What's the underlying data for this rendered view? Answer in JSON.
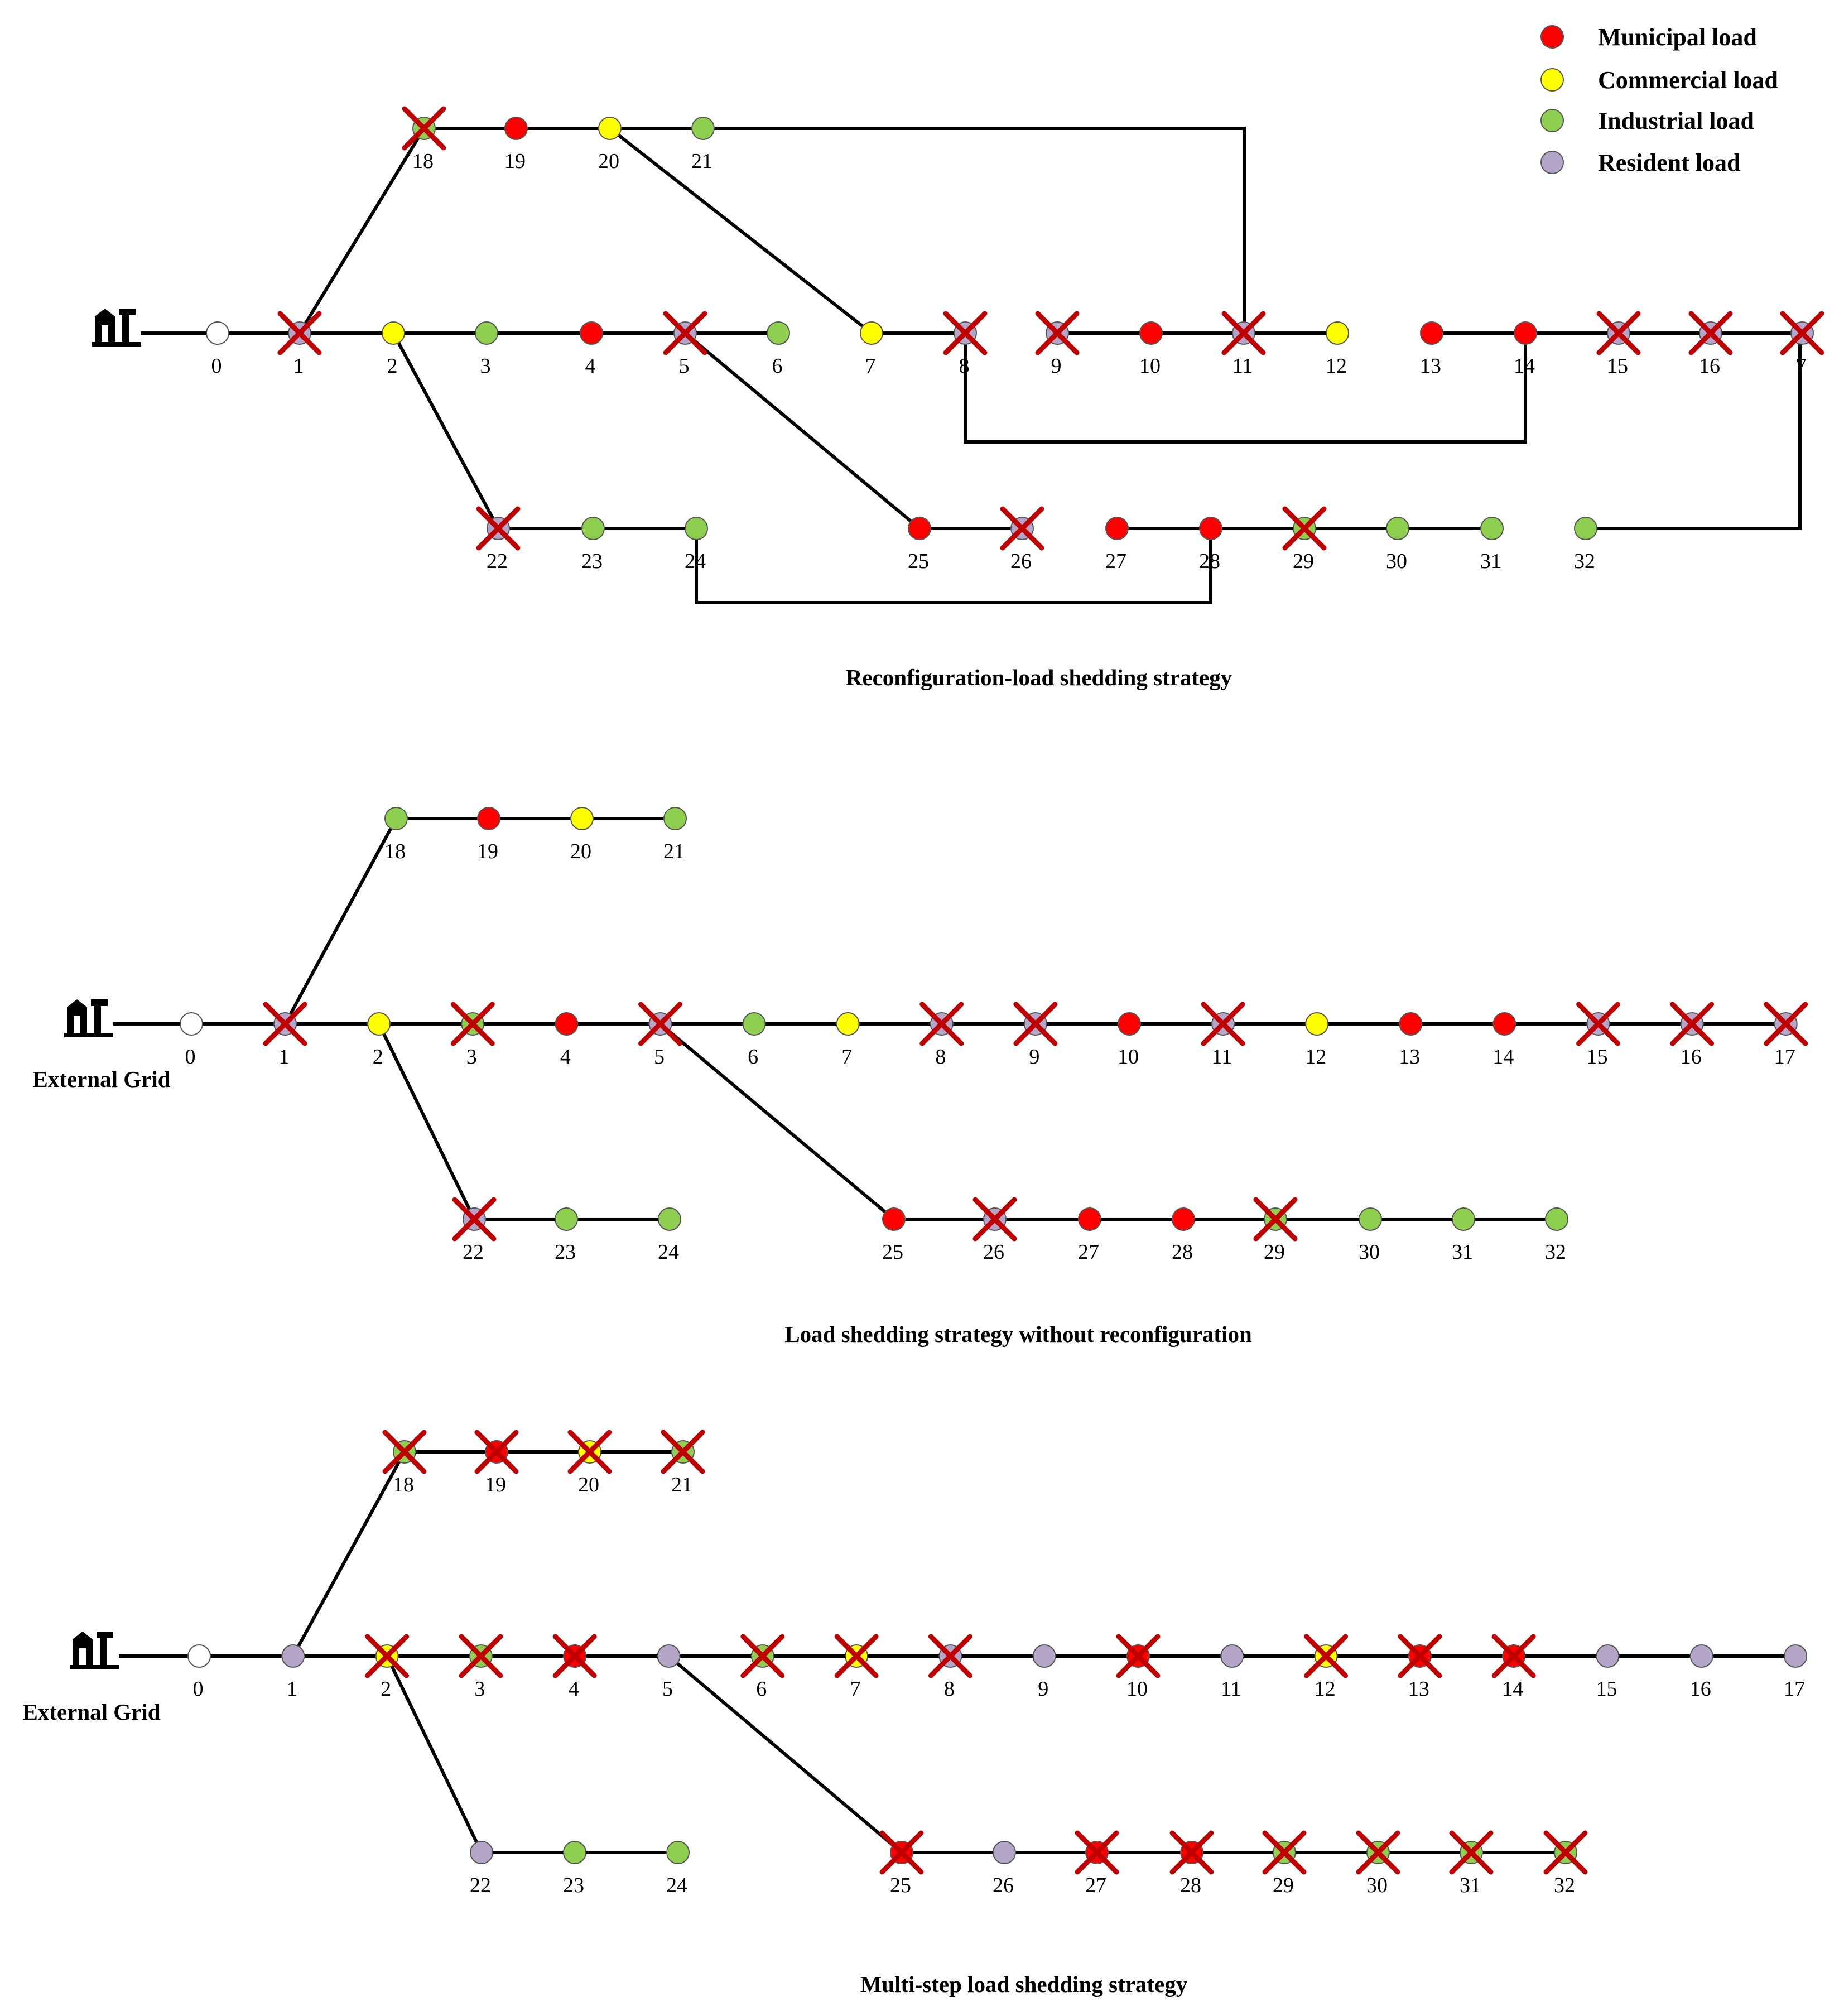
{
  "legend": [
    {
      "key": "M",
      "label": "Municipal load",
      "color": "#ff0000"
    },
    {
      "key": "C",
      "label": "Commercial load",
      "color": "#ffff00"
    },
    {
      "key": "I",
      "label": "Industrial load",
      "color": "#8fcf4f"
    },
    {
      "key": "R",
      "label": "Resident load",
      "color": "#b3a6c9"
    }
  ],
  "source_color": "#ffffff",
  "cross_color": "#c00000",
  "panels": [
    {
      "title": "Reconfiguration-load shedding strategy",
      "grid_label": "",
      "buses": [
        {
          "id": "0",
          "type": "S",
          "shed": false
        },
        {
          "id": "1",
          "type": "R",
          "shed": true
        },
        {
          "id": "2",
          "type": "C",
          "shed": false
        },
        {
          "id": "3",
          "type": "I",
          "shed": false
        },
        {
          "id": "4",
          "type": "M",
          "shed": false
        },
        {
          "id": "5",
          "type": "R",
          "shed": true
        },
        {
          "id": "6",
          "type": "I",
          "shed": false
        },
        {
          "id": "7",
          "type": "C",
          "shed": false
        },
        {
          "id": "8",
          "type": "R",
          "shed": true
        },
        {
          "id": "9",
          "type": "R",
          "shed": true
        },
        {
          "id": "10",
          "type": "M",
          "shed": false
        },
        {
          "id": "11",
          "type": "R",
          "shed": true
        },
        {
          "id": "12",
          "type": "C",
          "shed": false
        },
        {
          "id": "13",
          "type": "M",
          "shed": false
        },
        {
          "id": "14",
          "type": "M",
          "shed": false
        },
        {
          "id": "15",
          "type": "R",
          "shed": true
        },
        {
          "id": "16",
          "type": "R",
          "shed": true
        },
        {
          "id": "17",
          "type": "R",
          "shed": true,
          "label": "7"
        },
        {
          "id": "18",
          "type": "I",
          "shed": true
        },
        {
          "id": "19",
          "type": "M",
          "shed": false
        },
        {
          "id": "20",
          "type": "C",
          "shed": false
        },
        {
          "id": "21",
          "type": "I",
          "shed": false
        },
        {
          "id": "22",
          "type": "R",
          "shed": true
        },
        {
          "id": "23",
          "type": "I",
          "shed": false
        },
        {
          "id": "24",
          "type": "I",
          "shed": false
        },
        {
          "id": "25",
          "type": "M",
          "shed": false
        },
        {
          "id": "26",
          "type": "R",
          "shed": true
        },
        {
          "id": "27",
          "type": "M",
          "shed": false
        },
        {
          "id": "28",
          "type": "M",
          "shed": false
        },
        {
          "id": "29",
          "type": "I",
          "shed": true
        },
        {
          "id": "30",
          "type": "I",
          "shed": false
        },
        {
          "id": "31",
          "type": "I",
          "shed": false
        },
        {
          "id": "32",
          "type": "I",
          "shed": false
        }
      ],
      "lines": [
        [
          "0",
          "1"
        ],
        [
          "1",
          "2"
        ],
        [
          "2",
          "3"
        ],
        [
          "3",
          "4"
        ],
        [
          "4",
          "5"
        ],
        [
          "5",
          "6"
        ],
        [
          "7",
          "8"
        ],
        [
          "9",
          "10"
        ],
        [
          "10",
          "11"
        ],
        [
          "11",
          "12"
        ],
        [
          "13",
          "14"
        ],
        [
          "14",
          "15"
        ],
        [
          "15",
          "16"
        ],
        [
          "16",
          "17"
        ],
        [
          "1",
          "18"
        ],
        [
          "18",
          "19"
        ],
        [
          "19",
          "20"
        ],
        [
          "20",
          "21"
        ],
        [
          "2",
          "22"
        ],
        [
          "22",
          "23"
        ],
        [
          "23",
          "24"
        ],
        [
          "5",
          "25"
        ],
        [
          "25",
          "26"
        ],
        [
          "27",
          "28"
        ],
        [
          "28",
          "29"
        ],
        [
          "29",
          "30"
        ],
        [
          "30",
          "31"
        ],
        [
          "20",
          "7"
        ],
        [
          "21",
          "11"
        ],
        [
          "8",
          "14"
        ],
        [
          "24",
          "28"
        ],
        [
          "32",
          "17"
        ]
      ]
    },
    {
      "title": "Load shedding strategy without  reconfiguration",
      "grid_label": "External Grid",
      "buses": [
        {
          "id": "0",
          "type": "S",
          "shed": false
        },
        {
          "id": "1",
          "type": "R",
          "shed": true
        },
        {
          "id": "2",
          "type": "C",
          "shed": false
        },
        {
          "id": "3",
          "type": "I",
          "shed": true
        },
        {
          "id": "4",
          "type": "M",
          "shed": false
        },
        {
          "id": "5",
          "type": "R",
          "shed": true
        },
        {
          "id": "6",
          "type": "I",
          "shed": false
        },
        {
          "id": "7",
          "type": "C",
          "shed": false
        },
        {
          "id": "8",
          "type": "R",
          "shed": true
        },
        {
          "id": "9",
          "type": "R",
          "shed": true
        },
        {
          "id": "10",
          "type": "M",
          "shed": false
        },
        {
          "id": "11",
          "type": "R",
          "shed": true
        },
        {
          "id": "12",
          "type": "C",
          "shed": false
        },
        {
          "id": "13",
          "type": "M",
          "shed": false
        },
        {
          "id": "14",
          "type": "M",
          "shed": false
        },
        {
          "id": "15",
          "type": "R",
          "shed": true
        },
        {
          "id": "16",
          "type": "R",
          "shed": true
        },
        {
          "id": "17",
          "type": "R",
          "shed": true
        },
        {
          "id": "18",
          "type": "I",
          "shed": false
        },
        {
          "id": "19",
          "type": "M",
          "shed": false
        },
        {
          "id": "20",
          "type": "C",
          "shed": false
        },
        {
          "id": "21",
          "type": "I",
          "shed": false
        },
        {
          "id": "22",
          "type": "R",
          "shed": true
        },
        {
          "id": "23",
          "type": "I",
          "shed": false
        },
        {
          "id": "24",
          "type": "I",
          "shed": false
        },
        {
          "id": "25",
          "type": "M",
          "shed": false
        },
        {
          "id": "26",
          "type": "R",
          "shed": true
        },
        {
          "id": "27",
          "type": "M",
          "shed": false
        },
        {
          "id": "28",
          "type": "M",
          "shed": false
        },
        {
          "id": "29",
          "type": "I",
          "shed": true
        },
        {
          "id": "30",
          "type": "I",
          "shed": false
        },
        {
          "id": "31",
          "type": "I",
          "shed": false
        },
        {
          "id": "32",
          "type": "I",
          "shed": false
        }
      ],
      "lines": [
        [
          "0",
          "1"
        ],
        [
          "1",
          "2"
        ],
        [
          "2",
          "3"
        ],
        [
          "3",
          "4"
        ],
        [
          "4",
          "5"
        ],
        [
          "5",
          "6"
        ],
        [
          "6",
          "7"
        ],
        [
          "7",
          "8"
        ],
        [
          "8",
          "9"
        ],
        [
          "9",
          "10"
        ],
        [
          "10",
          "11"
        ],
        [
          "11",
          "12"
        ],
        [
          "12",
          "13"
        ],
        [
          "13",
          "14"
        ],
        [
          "14",
          "15"
        ],
        [
          "15",
          "16"
        ],
        [
          "16",
          "17"
        ],
        [
          "1",
          "18"
        ],
        [
          "18",
          "19"
        ],
        [
          "19",
          "20"
        ],
        [
          "20",
          "21"
        ],
        [
          "2",
          "22"
        ],
        [
          "22",
          "23"
        ],
        [
          "23",
          "24"
        ],
        [
          "5",
          "25"
        ],
        [
          "25",
          "26"
        ],
        [
          "26",
          "27"
        ],
        [
          "27",
          "28"
        ],
        [
          "28",
          "29"
        ],
        [
          "29",
          "30"
        ],
        [
          "30",
          "31"
        ],
        [
          "31",
          "32"
        ]
      ]
    },
    {
      "title": "Multi-step load shedding strategy",
      "grid_label": "External Grid",
      "buses": [
        {
          "id": "0",
          "type": "S",
          "shed": false
        },
        {
          "id": "1",
          "type": "R",
          "shed": false
        },
        {
          "id": "2",
          "type": "C",
          "shed": true
        },
        {
          "id": "3",
          "type": "I",
          "shed": true
        },
        {
          "id": "4",
          "type": "M",
          "shed": true
        },
        {
          "id": "5",
          "type": "R",
          "shed": false
        },
        {
          "id": "6",
          "type": "I",
          "shed": true
        },
        {
          "id": "7",
          "type": "C",
          "shed": true
        },
        {
          "id": "8",
          "type": "R",
          "shed": true
        },
        {
          "id": "9",
          "type": "R",
          "shed": false
        },
        {
          "id": "10",
          "type": "M",
          "shed": true
        },
        {
          "id": "11",
          "type": "R",
          "shed": false
        },
        {
          "id": "12",
          "type": "C",
          "shed": true
        },
        {
          "id": "13",
          "type": "M",
          "shed": true
        },
        {
          "id": "14",
          "type": "M",
          "shed": true
        },
        {
          "id": "15",
          "type": "R",
          "shed": false
        },
        {
          "id": "16",
          "type": "R",
          "shed": false
        },
        {
          "id": "17",
          "type": "R",
          "shed": false
        },
        {
          "id": "18",
          "type": "I",
          "shed": true
        },
        {
          "id": "19",
          "type": "M",
          "shed": true
        },
        {
          "id": "20",
          "type": "C",
          "shed": true
        },
        {
          "id": "21",
          "type": "I",
          "shed": true
        },
        {
          "id": "22",
          "type": "R",
          "shed": false
        },
        {
          "id": "23",
          "type": "I",
          "shed": false
        },
        {
          "id": "24",
          "type": "I",
          "shed": false
        },
        {
          "id": "25",
          "type": "M",
          "shed": true
        },
        {
          "id": "26",
          "type": "R",
          "shed": false
        },
        {
          "id": "27",
          "type": "M",
          "shed": true
        },
        {
          "id": "28",
          "type": "M",
          "shed": true
        },
        {
          "id": "29",
          "type": "I",
          "shed": true
        },
        {
          "id": "30",
          "type": "I",
          "shed": true
        },
        {
          "id": "31",
          "type": "I",
          "shed": true
        },
        {
          "id": "32",
          "type": "I",
          "shed": true
        }
      ],
      "lines": [
        [
          "0",
          "1"
        ],
        [
          "1",
          "2"
        ],
        [
          "2",
          "3"
        ],
        [
          "3",
          "4"
        ],
        [
          "4",
          "5"
        ],
        [
          "5",
          "6"
        ],
        [
          "6",
          "7"
        ],
        [
          "7",
          "8"
        ],
        [
          "8",
          "9"
        ],
        [
          "9",
          "10"
        ],
        [
          "10",
          "11"
        ],
        [
          "11",
          "12"
        ],
        [
          "12",
          "13"
        ],
        [
          "13",
          "14"
        ],
        [
          "14",
          "15"
        ],
        [
          "15",
          "16"
        ],
        [
          "16",
          "17"
        ],
        [
          "1",
          "18"
        ],
        [
          "18",
          "19"
        ],
        [
          "19",
          "20"
        ],
        [
          "20",
          "21"
        ],
        [
          "2",
          "22"
        ],
        [
          "22",
          "23"
        ],
        [
          "23",
          "24"
        ],
        [
          "5",
          "25"
        ],
        [
          "25",
          "26"
        ],
        [
          "26",
          "27"
        ],
        [
          "27",
          "28"
        ],
        [
          "28",
          "29"
        ],
        [
          "29",
          "30"
        ],
        [
          "30",
          "31"
        ],
        [
          "31",
          "32"
        ]
      ]
    }
  ]
}
